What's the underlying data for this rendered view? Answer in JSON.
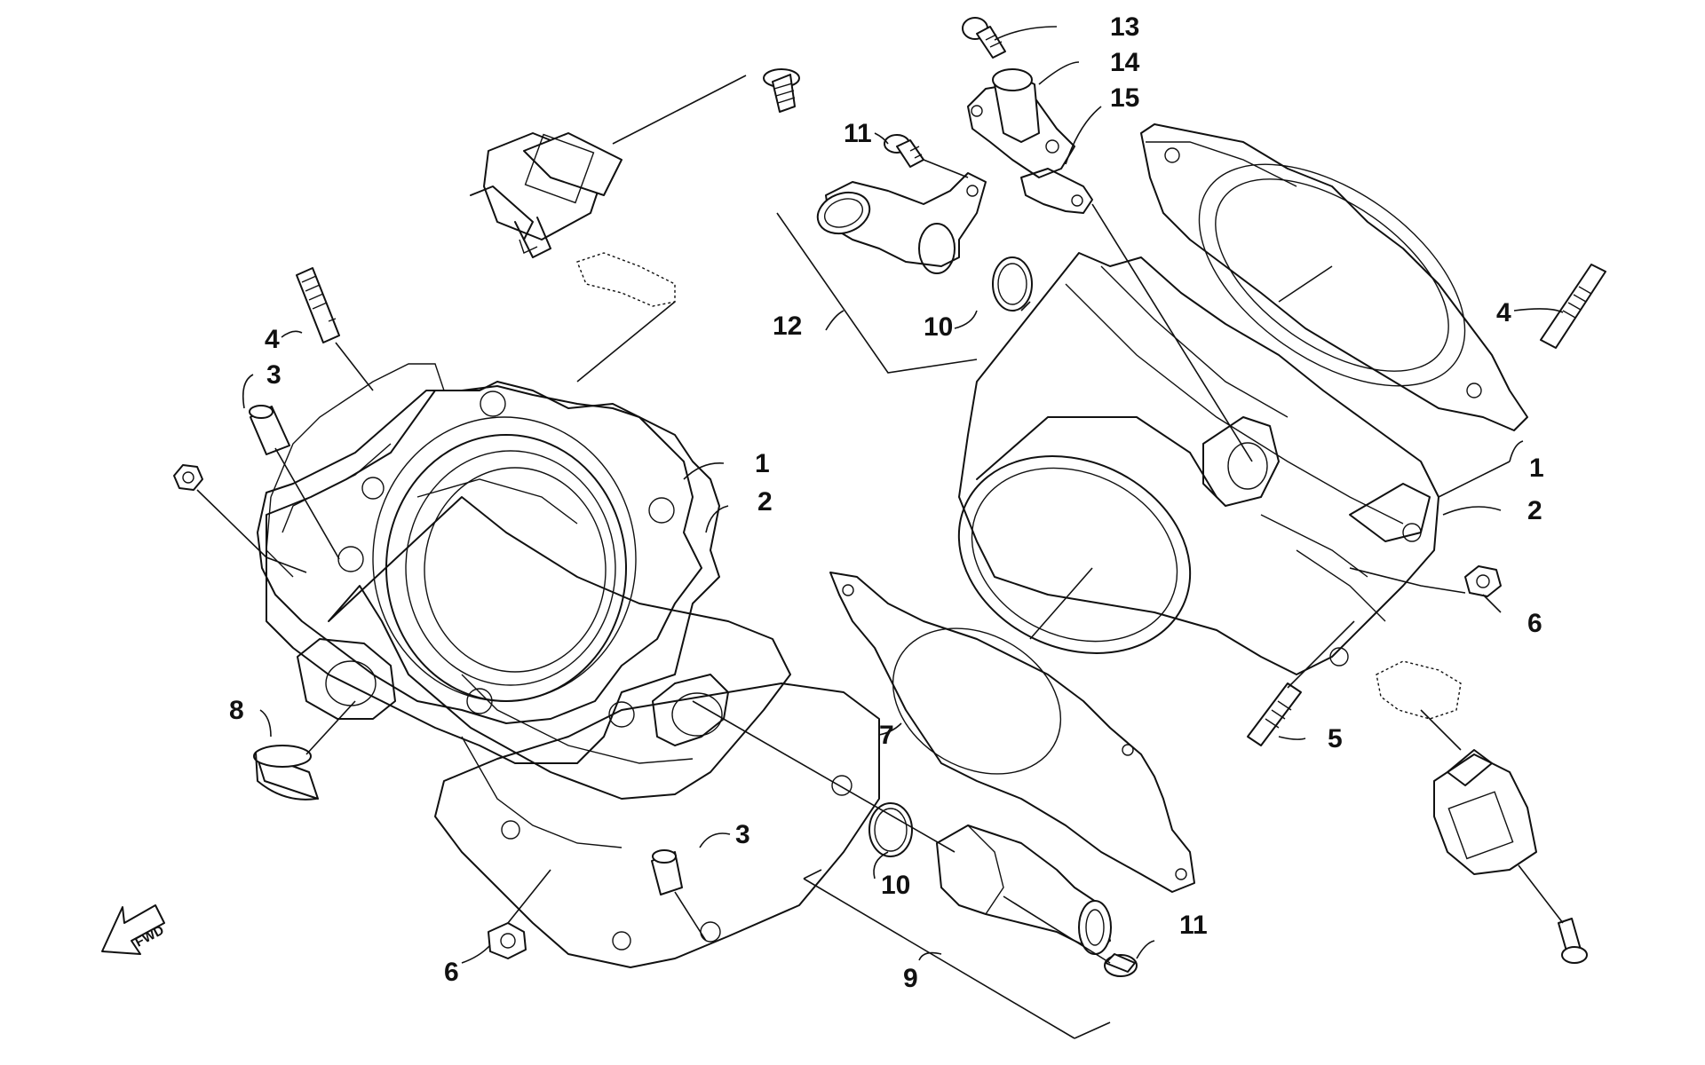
{
  "callouts": {
    "c1_left": "1",
    "c1_right": "1",
    "c2_left": "2",
    "c2_right": "2",
    "c3_top": "3",
    "c3_bottom": "3",
    "c4_left": "4",
    "c4_right": "4",
    "c5": "5",
    "c6_left": "6",
    "c6_right": "6",
    "c7": "7",
    "c8": "8",
    "c9": "9",
    "c10_left": "10",
    "c10_right": "10",
    "c11_left": "11",
    "c11_right": "11",
    "c12": "12",
    "c13": "13",
    "c14": "14",
    "c15": "15"
  },
  "fwd_label": "FWD",
  "icons": {
    "direction": "forward-arrow-icon"
  }
}
